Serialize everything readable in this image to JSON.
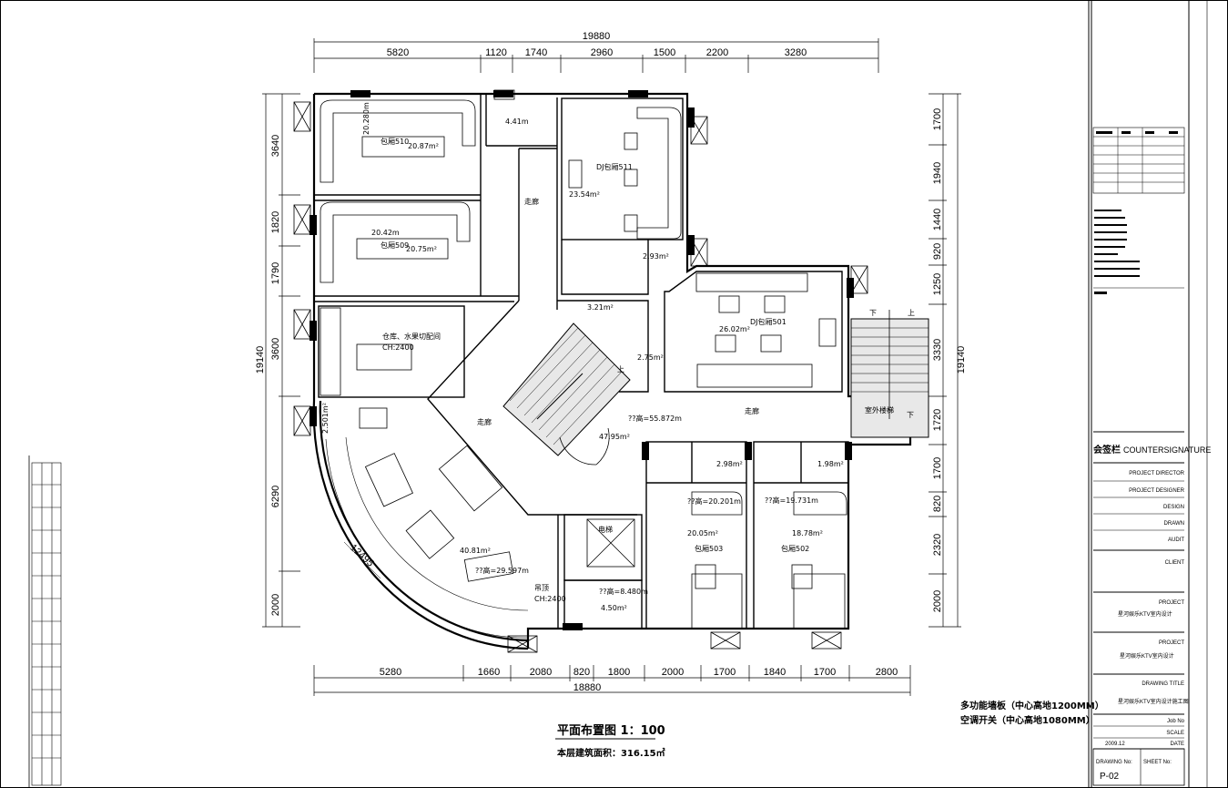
{
  "drawing": {
    "title": "平面布置图 1：100",
    "area_note": "本层建筑面积：316.15㎡",
    "legend": [
      "多功能墙板（中心高地1200MM）",
      "空调开关（中心高地1080MM）"
    ]
  },
  "dimensions": {
    "top_total": "19880",
    "top_segments": [
      "5820",
      "1120",
      "1740",
      "2960",
      "1500",
      "2200",
      "3280"
    ],
    "bottom_total": "18880",
    "bottom_segments": [
      "5280",
      "1660",
      "2080",
      "820",
      "1800",
      "2000",
      "1700",
      "1840",
      "1700",
      "2800"
    ],
    "left_total": "19140",
    "left_segments": [
      "3640",
      "1820",
      "1790",
      "3600",
      "6290",
      "2000"
    ],
    "right_total": "19140",
    "right_segments": [
      "1700",
      "1940",
      "1440",
      "920",
      "1250",
      "3330",
      "1720",
      "1700",
      "820",
      "2320",
      "2000"
    ],
    "arc_radius": "12495"
  },
  "rooms": [
    {
      "label": "包厢510",
      "area": "20.87m²",
      "ceiling": "20.280m"
    },
    {
      "label": "包厢509",
      "area": "20.75m²",
      "ceiling": "20.42m"
    },
    {
      "label": "DJ包厢511",
      "area": "23.54m²"
    },
    {
      "label": "4.41m",
      "area": ""
    },
    {
      "label": "2.93m²",
      "area": ""
    },
    {
      "label": "仓库、水果切配间",
      "area": "CH:2400"
    },
    {
      "label": "3.21m²",
      "area": ""
    },
    {
      "label": "DJ包厢501",
      "area": "26.02m²"
    },
    {
      "label": "2.75m²",
      "area": ""
    },
    {
      "label": "走廊",
      "area": ""
    },
    {
      "label": "走廊",
      "area": ""
    },
    {
      "label": "走廊",
      "area": ""
    },
    {
      "label": "??高=55.872m",
      "area": ""
    },
    {
      "label": "47.95m²",
      "area": ""
    },
    {
      "label": "40.81m²",
      "area": "??高=29.597m"
    },
    {
      "label": "吊顶",
      "area": "CH:2400"
    },
    {
      "label": "电梯",
      "area": ""
    },
    {
      "label": "??高=8.480m",
      "area": "4.50m²"
    },
    {
      "label": "包厢503",
      "area": "20.05m²",
      "ceiling": "??高=20.201m"
    },
    {
      "label": "包厢502",
      "area": "18.78m²",
      "ceiling": "??高=19.731m"
    },
    {
      "label": "2.98m²",
      "area": ""
    },
    {
      "label": "1.98m²",
      "area": ""
    },
    {
      "label": "室外楼梯",
      "area": ""
    },
    {
      "label": "2.501m²",
      "area": ""
    }
  ],
  "stairs": {
    "up": "上",
    "down": "下"
  },
  "title_block": {
    "countersignature_cn": "会签栏",
    "countersignature_en": "COUNTERSIGNATURE",
    "roles": [
      "PROJECT DIRECTOR",
      "PROJECT DESIGNER",
      "DESIGN",
      "DRAWN",
      "AUDIT"
    ],
    "client": "CLIENT",
    "project": "PROJECT",
    "project_name": "星河娱乐KTV室内设计",
    "drawing_title": "DRAWING TITLE",
    "drawing_name": "星河娱乐KTV室内设计施工图",
    "job_no": "Job No",
    "scale": "SCALE",
    "date": "DATE",
    "date_value": "2009.12",
    "drawing_no_label": "DRAWING No:",
    "sheet_no_label": "SHEET No:",
    "drawing_no": "P-02"
  },
  "colors": {
    "line": "#000000",
    "paper": "#ffffff"
  }
}
